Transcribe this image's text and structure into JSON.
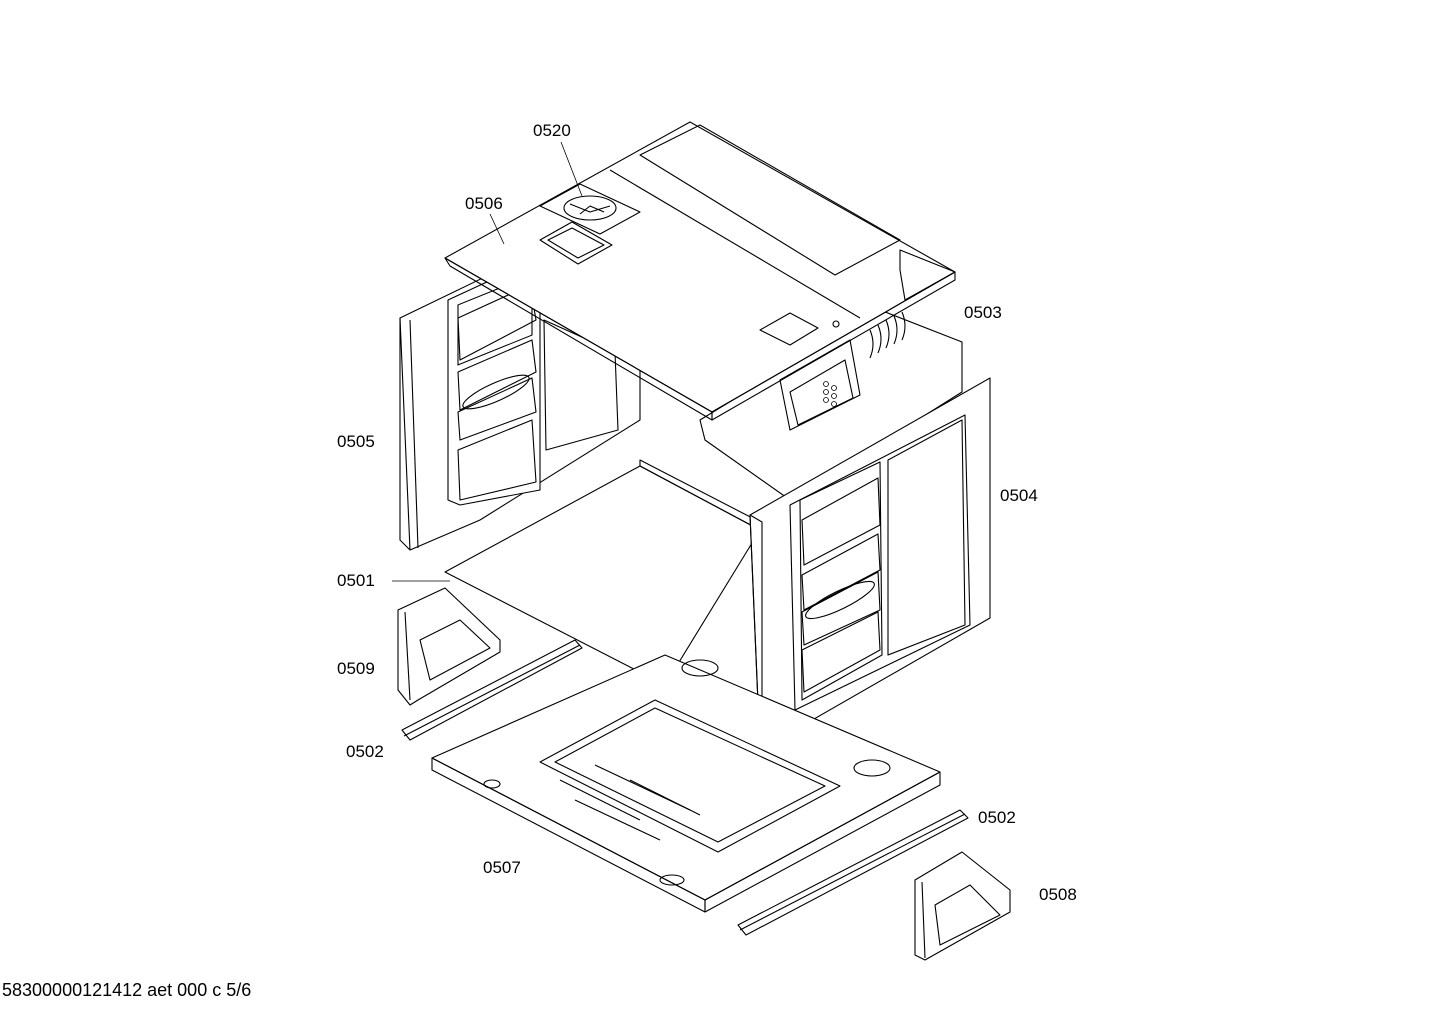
{
  "labels": {
    "p0520": "0520",
    "p0506": "0506",
    "p0503": "0503",
    "p0505": "0505",
    "p0504": "0504",
    "p0501": "0501",
    "p0509": "0509",
    "p0502a": "0502",
    "p0502b": "0502",
    "p0507": "0507",
    "p0508": "0508"
  },
  "footer": "58300000121412 aet 000 c 5/6"
}
